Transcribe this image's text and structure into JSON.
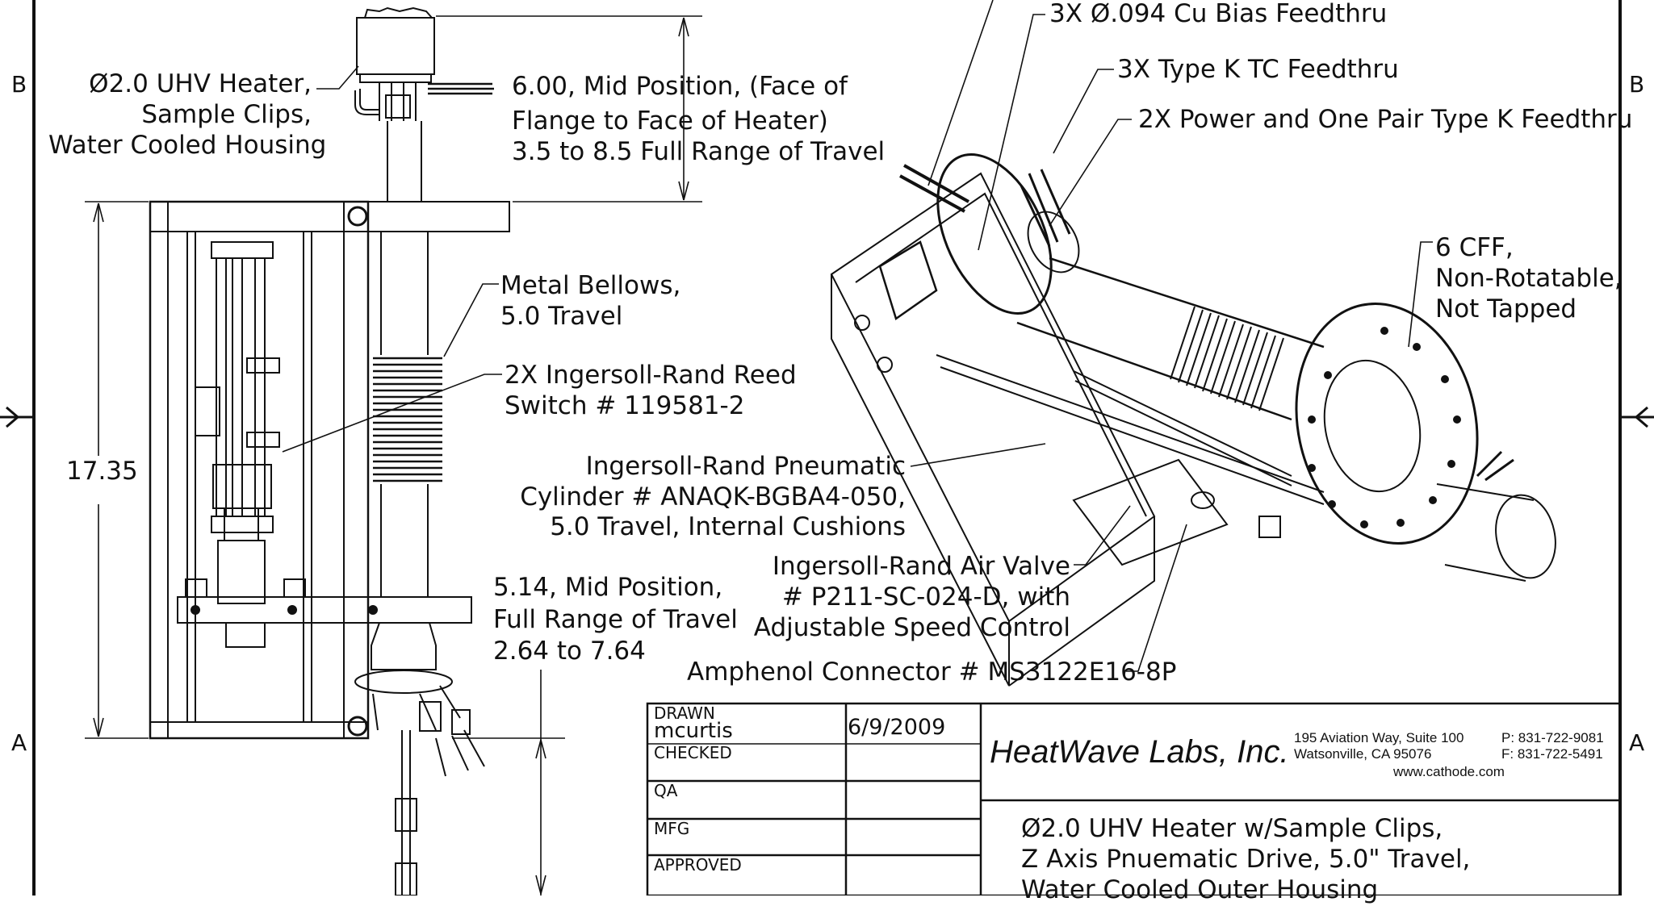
{
  "zones": {
    "b_left": "B",
    "b_right": "B",
    "a_left": "A",
    "a_right": "A"
  },
  "callouts": {
    "heater": [
      "Ø2.0 UHV Heater,",
      "Sample Clips,",
      "Water Cooled Housing"
    ],
    "mid_position": [
      "6.00, Mid Position, (Face of",
      "Flange to Face of Heater)",
      "3.5 to 8.5 Full Range of Travel"
    ],
    "bellows": [
      "Metal Bellows,",
      "5.0 Travel"
    ],
    "reed_switch": [
      "2X Ingersoll-Rand Reed",
      "Switch # 119581-2"
    ],
    "height": "17.35",
    "cylinder": [
      "Ingersoll-Rand Pneumatic",
      "Cylinder # ANAQK-BGBA4-050,",
      "5.0 Travel, Internal Cushions"
    ],
    "lower_mid": [
      "5.14, Mid Position,",
      "Full Range of Travel",
      "2.64 to 7.64"
    ],
    "air_valve": [
      "Ingersoll-Rand Air Valve",
      "# P211-SC-024-D, with",
      "Adjustable Speed Control"
    ],
    "amphenol": "Amphenol Connector # MS3122E16-8P",
    "cu_bias": "3X Ø.094 Cu Bias Feedthru",
    "tc": "3X Type K TC Feedthru",
    "power": "2X Power and One Pair Type K Feedthru",
    "cff": [
      "6 CFF,",
      "Non-Rotatable,",
      "Not Tapped"
    ]
  },
  "title_block": {
    "drawn_label": "DRAWN",
    "drawn_by": "mcurtis",
    "drawn_date": "6/9/2009",
    "checked_label": "CHECKED",
    "qa_label": "QA",
    "mfg_label": "MFG",
    "approved_label": "APPROVED",
    "company": "HeatWave Labs, Inc.",
    "address": [
      "195 Aviation Way, Suite 100",
      "Watsonville,  CA  95076"
    ],
    "phone": [
      "P: 831-722-9081",
      "F: 831-722-5491"
    ],
    "website": "www.cathode.com",
    "title": [
      "Ø2.0 UHV Heater w/Sample Clips,",
      "Z Axis Pnuematic Drive, 5.0\" Travel,",
      "Water Cooled Outer Housing"
    ]
  }
}
